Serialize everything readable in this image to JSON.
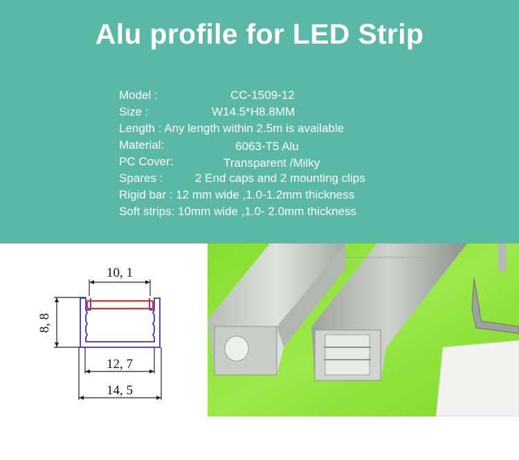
{
  "title": "Alu profile for LED Strip",
  "specs": {
    "model_label": "Model :",
    "model_value": "CC-1509-12",
    "size_label": "Size   :",
    "size_value": "W14.5*H8.8MM",
    "length_text": "Length : Any length within 2.5m is available",
    "material_label": "Material:",
    "material_value": "6063-T5 Alu",
    "pc_cover_label": "PC Cover:",
    "pc_cover_value": "Transparent /Milky",
    "spares_label": "Spares  :",
    "spares_value": "2 End caps and 2 mounting clips",
    "rigid_bar_text": "Rigid bar :  12 mm wide ,1.0-1.2mm thickness",
    "soft_strips_text": "Soft strips: 10mm wide ,1.0- 2.0mm thickness"
  },
  "drawing": {
    "dim_inner_top": "10, 1",
    "dim_height": "8, 8",
    "dim_inner_width": "12, 7",
    "dim_outer_width": "14, 5"
  },
  "colors": {
    "banner": "#5ab8a7",
    "profile_outline": "#3a33d4",
    "cover_line": "#e0332e",
    "photo_background": "#8fe33a"
  }
}
